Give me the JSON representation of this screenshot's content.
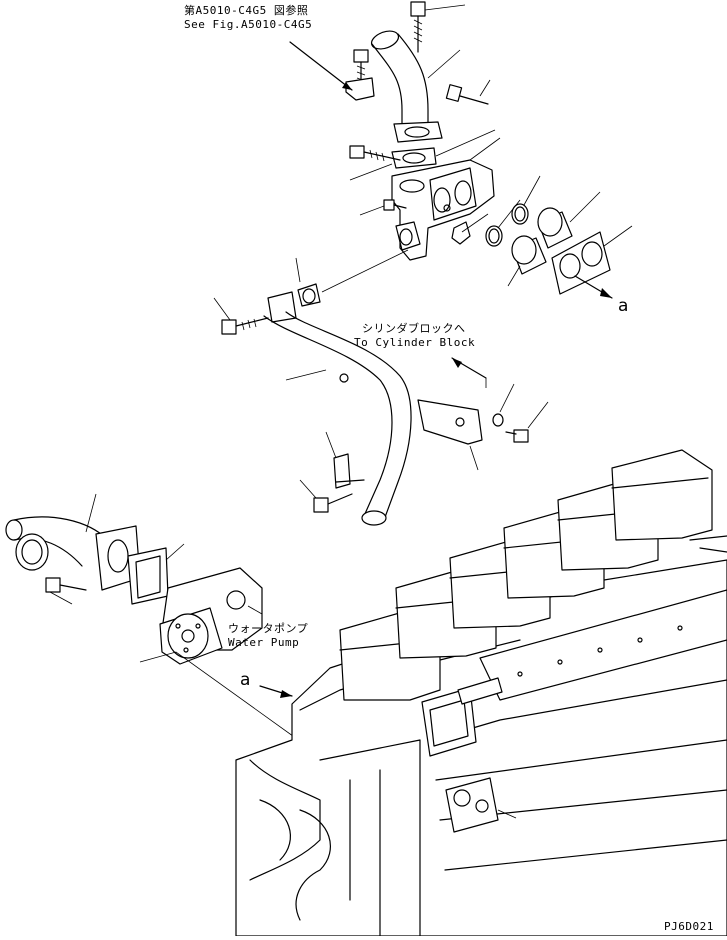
{
  "labels": {
    "ref_jp": "第A5010-C4G5 図参照",
    "ref_en": "See Fig.A5010-C4G5",
    "cyl_jp": "シリンダブロックへ",
    "cyl_en": "To Cylinder Block",
    "pump_jp": "ウォータポンプ",
    "pump_en": "Water Pump",
    "marker_a_top": "a",
    "marker_a_bottom": "a",
    "drawing_code": "PJ6D021"
  }
}
